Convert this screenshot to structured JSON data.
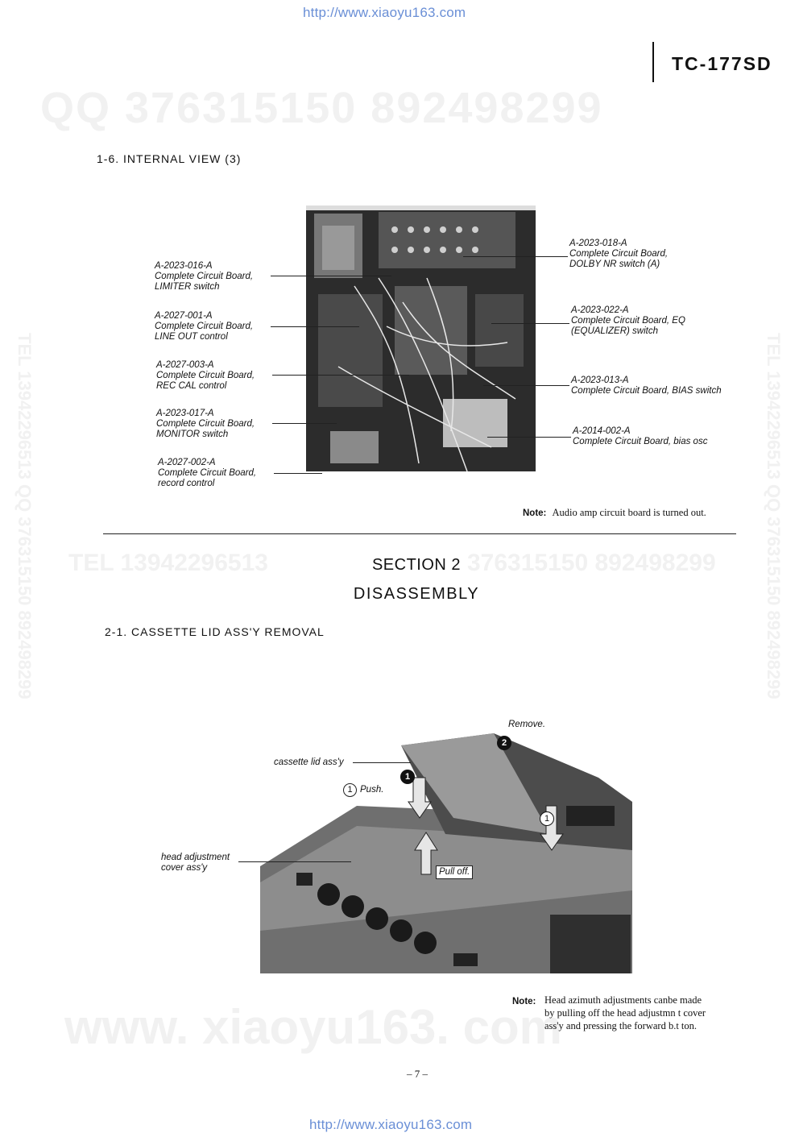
{
  "header": {
    "url_top": "http://www.xiaoyu163.com",
    "model": "TC-177SD",
    "url_bottom": "http://www.xiaoyu163.com"
  },
  "watermarks": {
    "qq_top": "QQ 376315150   892498299",
    "tel_mid": "TEL  13942296513",
    "qq_mid": "376315150  892498299",
    "side_left": "TEL  13942296513  QQ  376315150  892498299",
    "side_right": "TEL  13942296513  QQ  376315150  892498299",
    "bottom": "www. xiaoyu163. com"
  },
  "section_1_6": {
    "heading": "1-6.   INTERNAL  VIEW (3)",
    "left_labels": [
      {
        "code": "A-2023-016-A",
        "line1": "Complete Circuit Board,",
        "line2": "LIMITER switch"
      },
      {
        "code": "A-2027-001-A",
        "line1": "Complete Circuit Board,",
        "line2": "LINE  OUT control"
      },
      {
        "code": "A-2027-003-A",
        "line1": "Complete Circuit Board,",
        "line2": "REC  CAL control"
      },
      {
        "code": "A-2023-017-A",
        "line1": "Complete Circuit Board,",
        "line2": "MONITOR switch"
      },
      {
        "code": "A-2027-002-A",
        "line1": "Complete Circuit Board,",
        "line2": "record control"
      }
    ],
    "right_labels": [
      {
        "code": "A-2023-018-A",
        "line1": "Complete Circuit Board,",
        "line2": "DOLBY  NR switch (A)"
      },
      {
        "code": "A-2023-022-A",
        "line1": "Complete Circuit Board, EQ",
        "line2": "(EQUALIZER) switch"
      },
      {
        "code": "A-2023-013-A",
        "line1": "Complete Circuit Board, BIAS switch",
        "line2": ""
      },
      {
        "code": "A-2014-002-A",
        "line1": "Complete Circuit Board, bias osc",
        "line2": ""
      }
    ],
    "note_label": "Note:",
    "note_text": "Audio amp circuit board is turned out."
  },
  "section_2": {
    "title": "SECTION 2",
    "subtitle": "DISASSEMBLY"
  },
  "section_2_1": {
    "heading": "2-1.   CASSETTE  LID  ASS'Y  REMOVAL",
    "labels": {
      "remove": "Remove.",
      "cassette_lid": "cassette lid ass'y",
      "push_num": "1",
      "push": "Push.",
      "head_adj_1": "head adjustment",
      "head_adj_2": "cover ass'y",
      "pull_off": "Pull off.",
      "step_1": "1",
      "step_2": "2",
      "step_1b": "1"
    },
    "note_label": "Note:",
    "note_lines": [
      "Head azimuth adjustments canbe made",
      "by pulling off the head adjustmn t cover",
      "ass'y and pressing the forward b.t ton."
    ]
  },
  "page_number": "– 7 –"
}
